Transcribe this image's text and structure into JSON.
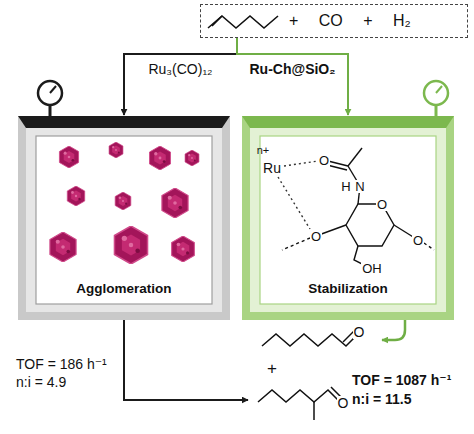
{
  "diagram": {
    "nodes": [
      {
        "text": [
          "+ CO + H₂"
        ]
      },
      {
        "text": [
          "Agglomeration"
        ]
      },
      {
        "text": [
          "Stabilization"
        ]
      }
    ],
    "edges": [
      {
        "from": 0,
        "to": 1,
        "arrow": "to",
        "label": "Ru₃(CO)₁₂"
      },
      {
        "from": 0,
        "to": 2,
        "arrow": "to",
        "label": "Ru-Ch@SiO₂"
      }
    ],
    "labels": [
      "n+",
      "Ru",
      "O",
      "H",
      "N",
      "O",
      "O",
      "O",
      "OH",
      "O",
      "+",
      "TOF = 186 h⁻¹",
      "n:i = 4.9",
      "O",
      "TOF = 1087 h⁻¹",
      "n:i = 11.5"
    ]
  }
}
